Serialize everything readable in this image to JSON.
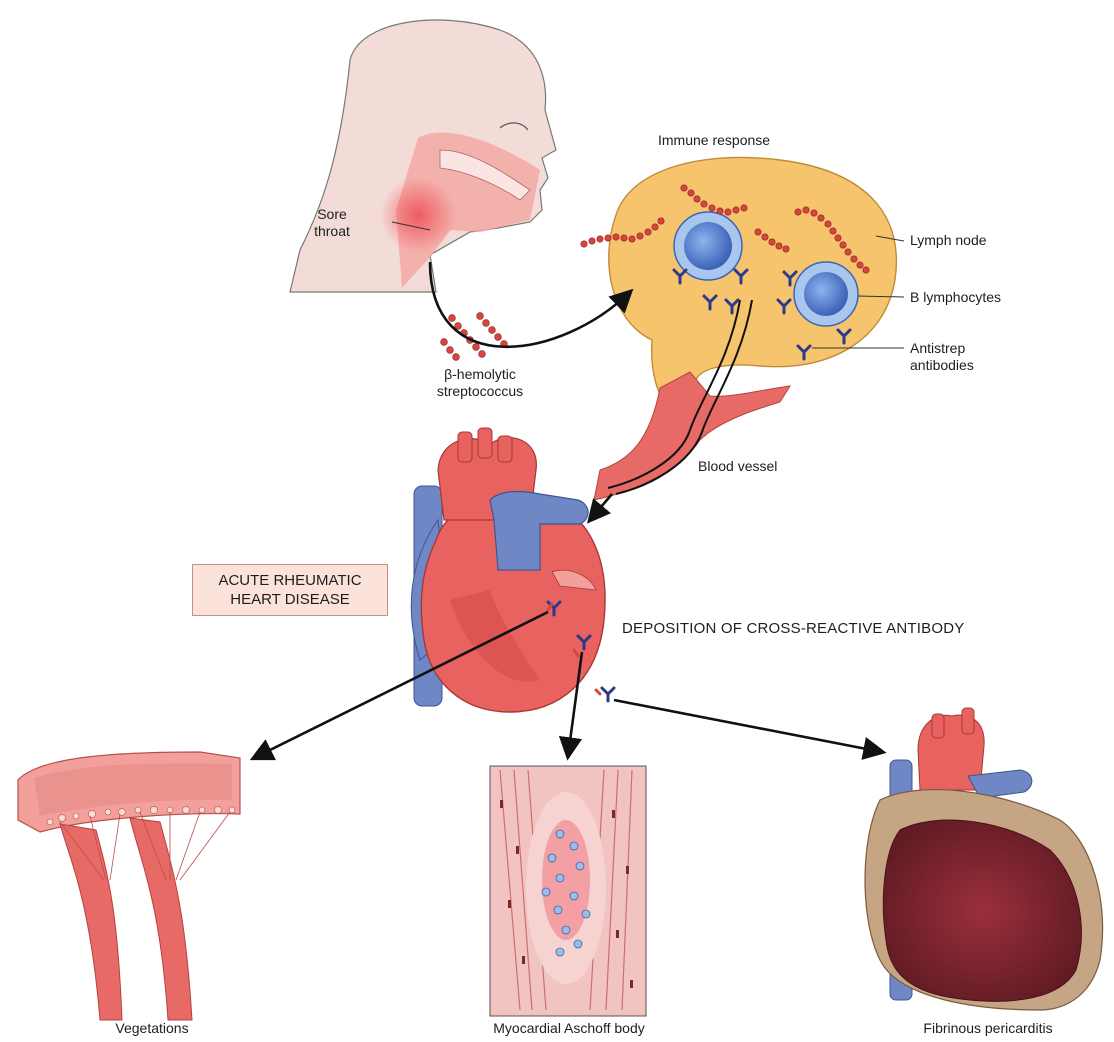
{
  "labels": {
    "sore_throat_1": "Sore",
    "sore_throat_2": "throat",
    "immune_response": "Immune response",
    "lymph_node": "Lymph node",
    "b_lymphocytes": "B lymphocytes",
    "antistrep_1": "Antistrep",
    "antistrep_2": "antibodies",
    "strep_1": "β-hemolytic",
    "strep_2": "streptococcus",
    "blood_vessel": "Blood vessel",
    "arhd_1": "ACUTE RHEUMATIC",
    "arhd_2": "HEART DISEASE",
    "deposition": "DEPOSITION OF CROSS-REACTIVE ANTIBODY",
    "vegetations": "Vegetations",
    "aschoff": "Myocardial Aschoff body",
    "pericarditis": "Fibrinous pericarditis"
  },
  "colors": {
    "skin": "#f3dcd8",
    "throat": "#f2a9a4",
    "lymph_node": "#f7c46e",
    "vessel": "#e86a66",
    "heart": "#e8635f",
    "vein": "#6f87c4",
    "lymphocyte": "#5a8fd6",
    "antibody": "#2c3a8c",
    "bacteria": "#d8453f"
  }
}
